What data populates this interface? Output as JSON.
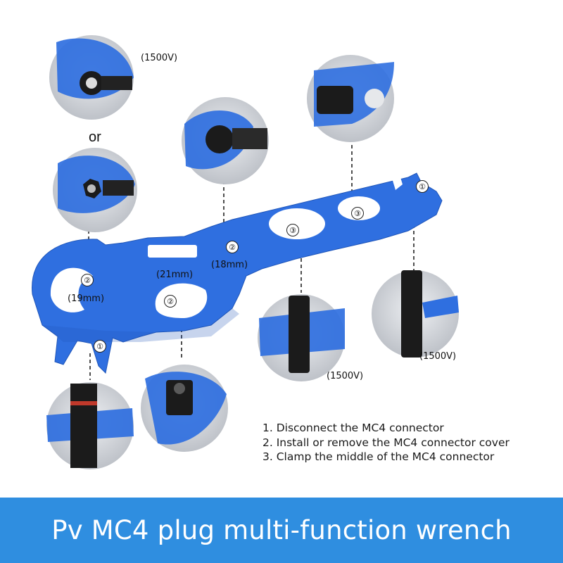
{
  "labels": {
    "v_top_left": "(1500V)",
    "or": "or",
    "mm_19": "(19mm)",
    "mm_21": "(21mm)",
    "mm_18": "(18mm)",
    "v_middle": "(1500V)",
    "v_right": "(1500V)"
  },
  "markers": {
    "one": "①",
    "two": "②",
    "three": "③"
  },
  "instructions": [
    "1. Disconnect the MC4 connector",
    "2. Install or remove the MC4 connector cover",
    "3. Clamp the middle of the MC4 connector"
  ],
  "banner": {
    "title": "Pv MC4 plug multi-function wrench",
    "color": "#2f8ee0"
  },
  "colors": {
    "wrench_blue": "#2f6fe0",
    "circle_bg": "#d4d7dc"
  }
}
